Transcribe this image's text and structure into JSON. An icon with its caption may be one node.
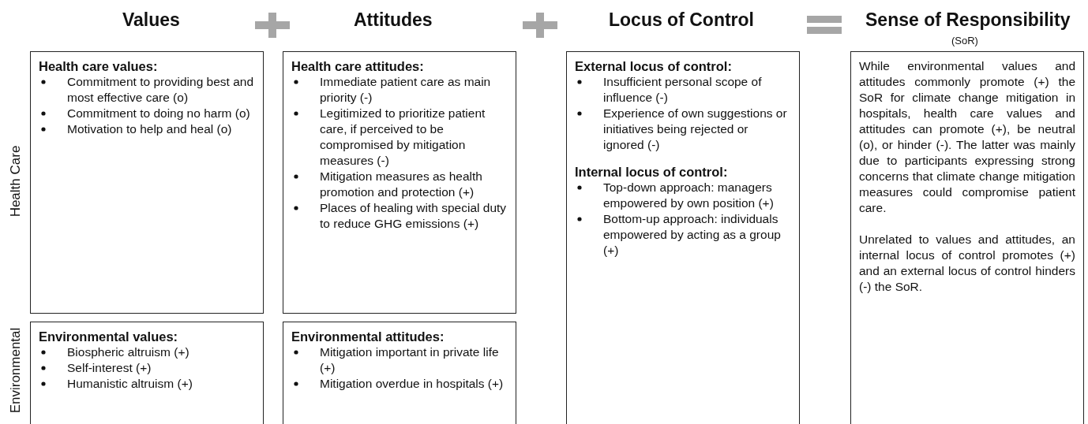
{
  "diagram": {
    "nodes": [
      {
        "text": [
          "Health care values:",
          "Commitment to providing best and most effective care (o)",
          "Commitment to doing no harm (o)",
          "Motivation to help and heal (o)"
        ]
      },
      {
        "text": [
          "Health care attitudes:",
          "Immediate patient care as main priority (-)",
          "Legitimized to prioritize patient care, if perceived to be compromised by mitigation measures (-)",
          "Mitigation measures as health promotion and protection (+)",
          "Places of healing with special duty to reduce GHG emissions (+)"
        ]
      },
      {
        "text": [
          "External locus of control:",
          "Insufficient personal scope of influence (-)",
          "Experience of own suggestions or initiatives being rejected or ignored (-)",
          "Internal locus of control:",
          "Top-down approach: managers empowered by own position (+)",
          "Bottom-up approach: individuals empowered by acting as a group (+)"
        ]
      },
      {
        "text": [
          "While environmental values and attitudes commonly promote (+) the SoR for climate change mitigation in hospitals, health care values and attitudes can promote (+), be neutral (o), or hinder (-). The latter was mainly due to participants expressing strong concerns that climate change mitigation measures could compromise patient care.",
          "Unrelated to values and attitudes, an internal locus of control promotes (+) and an external locus of control hinders (-) the SoR."
        ]
      },
      {
        "text": [
          "Environmental values:",
          "Biospheric altruism (+)",
          "Self-interest (+)",
          "Humanistic altruism (+)"
        ]
      },
      {
        "text": [
          "Environmental attitudes:",
          "Mitigation important in private life (+)",
          "Mitigation overdue in hospitals (+)"
        ]
      }
    ],
    "labels": [
      "Values",
      "Attitudes",
      "Locus of Control",
      "Sense of Responsibility",
      "(SoR)",
      "Health Care",
      "Environmental"
    ]
  }
}
